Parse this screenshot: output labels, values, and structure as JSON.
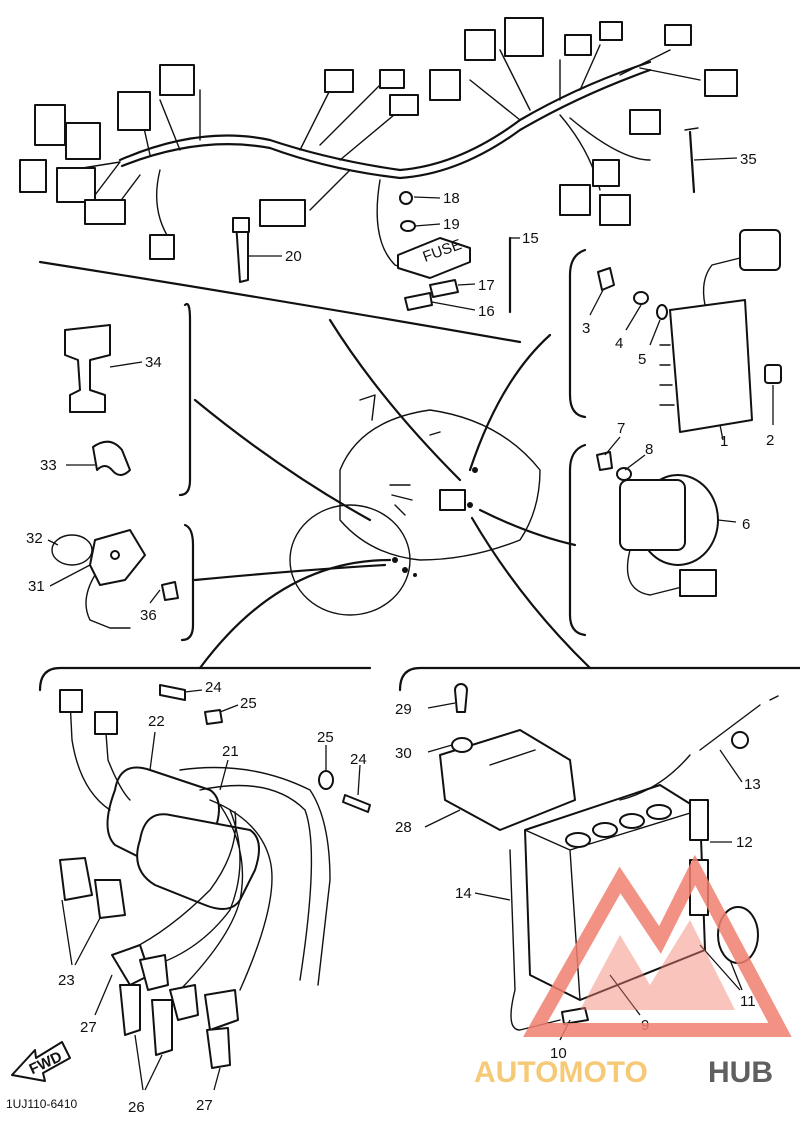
{
  "diagram": {
    "part_numbers": [
      "1",
      "2",
      "3",
      "4",
      "5",
      "6",
      "7",
      "8",
      "9",
      "10",
      "11",
      "12",
      "13",
      "14",
      "15",
      "16",
      "17",
      "18",
      "19",
      "20",
      "21",
      "22",
      "23",
      "24",
      "25",
      "26",
      "27",
      "28",
      "29",
      "30",
      "31",
      "32",
      "33",
      "34",
      "35",
      "36"
    ],
    "fwd_label": "FWD",
    "fuse_label": "FUSE",
    "diagram_code": "1UJ110-6410"
  },
  "watermark": {
    "text_left": "AUTOMOTO",
    "text_right": "HUB",
    "color_primary": "#f08070",
    "color_secondary": "#f5c060",
    "color_dark": "#444444"
  }
}
